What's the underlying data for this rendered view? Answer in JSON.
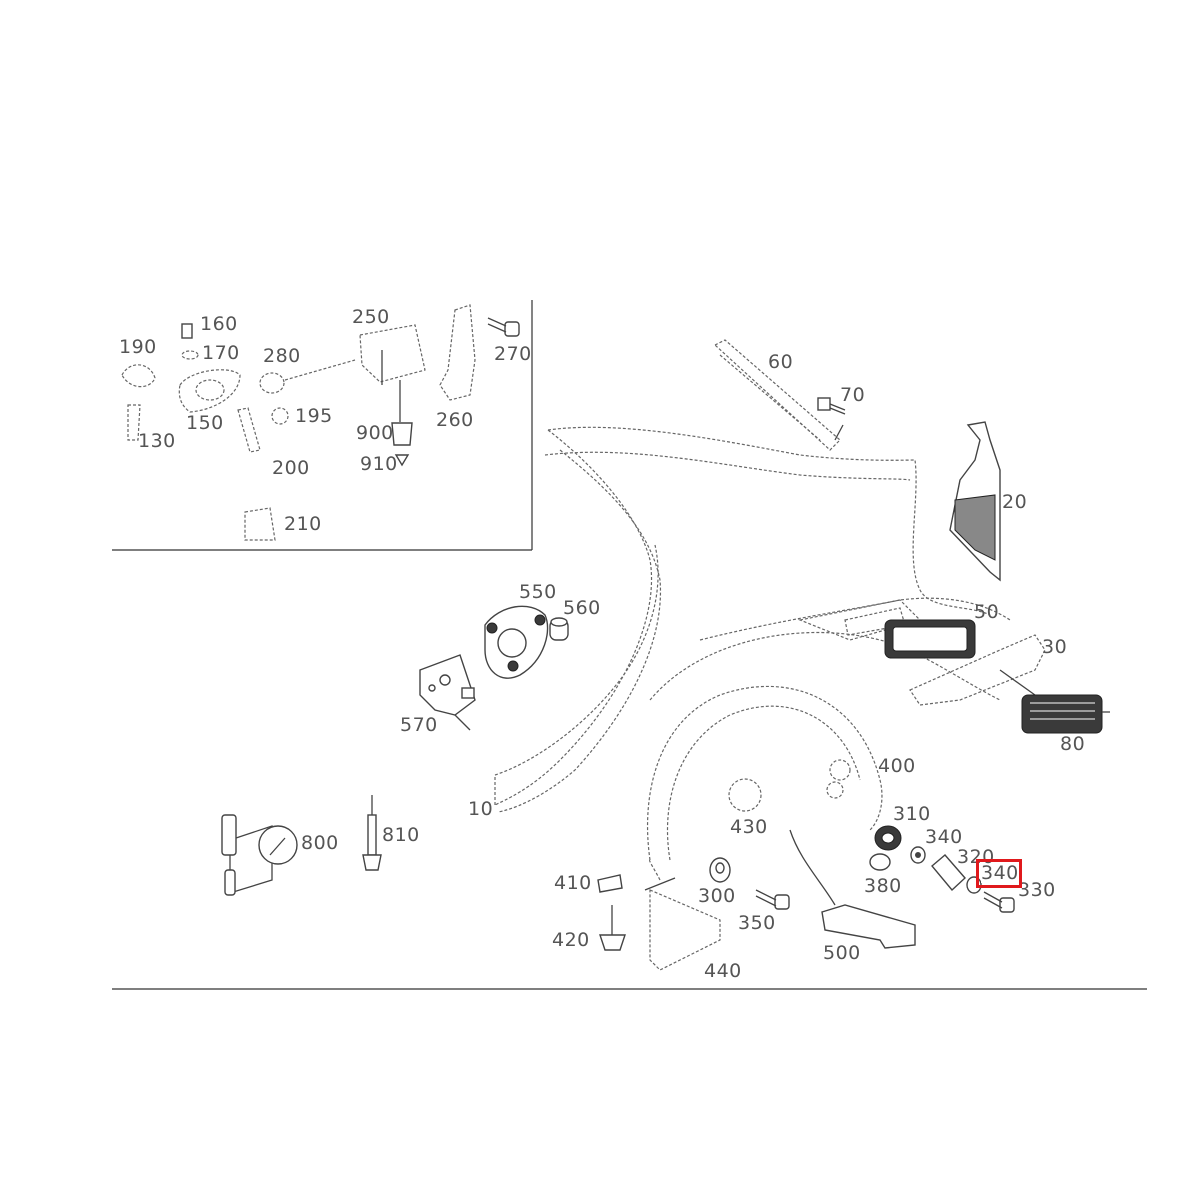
{
  "callouts": {
    "c10": "10",
    "c20": "20",
    "c30": "30",
    "c50": "50",
    "c60": "60",
    "c70": "70",
    "c80": "80",
    "c130": "130",
    "c150": "150",
    "c160": "160",
    "c170": "170",
    "c190": "190",
    "c195": "195",
    "c200": "200",
    "c210": "210",
    "c250": "250",
    "c260": "260",
    "c270": "270",
    "c280": "280",
    "c300": "300",
    "c310": "310",
    "c320": "320",
    "c330": "330",
    "c340": "340",
    "c340_boxed": "340",
    "c350": "350",
    "c380": "380",
    "c400": "400",
    "c410": "410",
    "c420": "420",
    "c430": "430",
    "c440": "440",
    "c500": "500",
    "c550": "550",
    "c560": "560",
    "c570": "570",
    "c800": "800",
    "c810": "810",
    "c900": "900",
    "c910": "910"
  },
  "highlight": {
    "label": "340",
    "color": "#e0191c"
  }
}
